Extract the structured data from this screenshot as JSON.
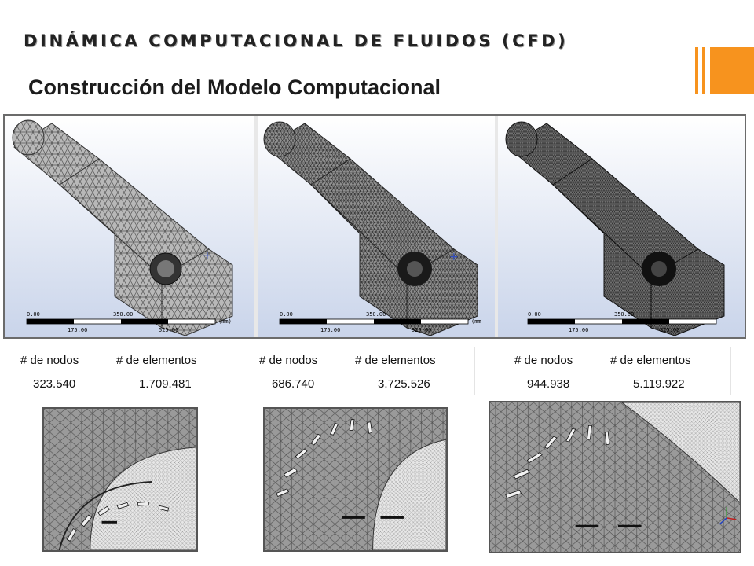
{
  "slide": {
    "title": "DINÁMICA COMPUTACIONAL  DE FLUIDOS (CFD)",
    "subtitle": "Construcción del Modelo Computacional",
    "accent_color": "#f7931e"
  },
  "mesh_panels": [
    {
      "scale_ticks": [
        "0.00",
        "350.00",
        "175.00",
        "525.00"
      ],
      "scale_unit": "(mm)",
      "stats": {
        "nodes_label": "# de nodos",
        "nodes_value": "323.540",
        "elements_label": "# de elementos",
        "elements_value": "1.709.481"
      }
    },
    {
      "scale_ticks": [
        "0.00",
        "350.00",
        "175.00",
        "525.00"
      ],
      "scale_unit": "(mm",
      "stats": {
        "nodes_label": "# de nodos",
        "nodes_value": "686.740",
        "elements_label": "# de elementos",
        "elements_value": "3.725.526"
      }
    },
    {
      "scale_ticks": [
        "0.00",
        "350.00",
        "175.00",
        "525.00"
      ],
      "scale_unit": "",
      "stats": {
        "nodes_label": "# de nodos",
        "nodes_value": "944.938",
        "elements_label": "# de elementos",
        "elements_value": "5.119.922"
      }
    }
  ]
}
